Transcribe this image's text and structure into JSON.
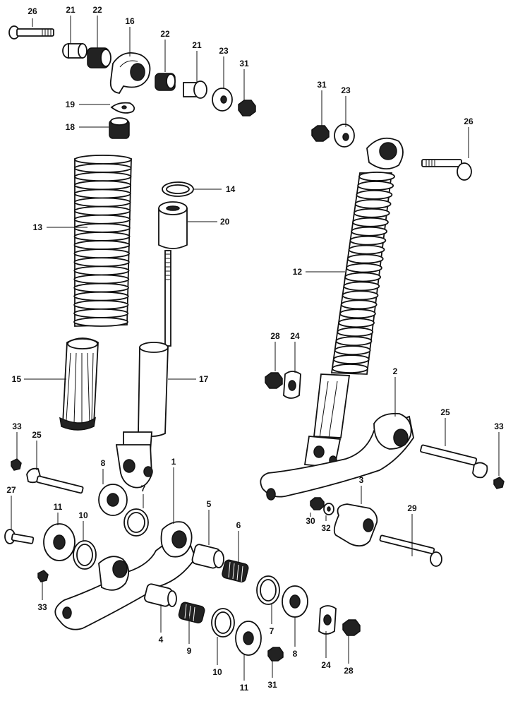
{
  "diagram": {
    "labels": [
      "26",
      "21",
      "22",
      "16",
      "22",
      "21",
      "23",
      "31",
      "19",
      "18",
      "31",
      "23",
      "26",
      "13",
      "14",
      "20",
      "12",
      "15",
      "17",
      "28",
      "24",
      "2",
      "25",
      "33",
      "33",
      "25",
      "8",
      "7",
      "1",
      "27",
      "11",
      "10",
      "5",
      "6",
      "3",
      "29",
      "30",
      "32",
      "33",
      "7",
      "8",
      "4",
      "9",
      "10",
      "11",
      "31",
      "24",
      "28"
    ]
  }
}
